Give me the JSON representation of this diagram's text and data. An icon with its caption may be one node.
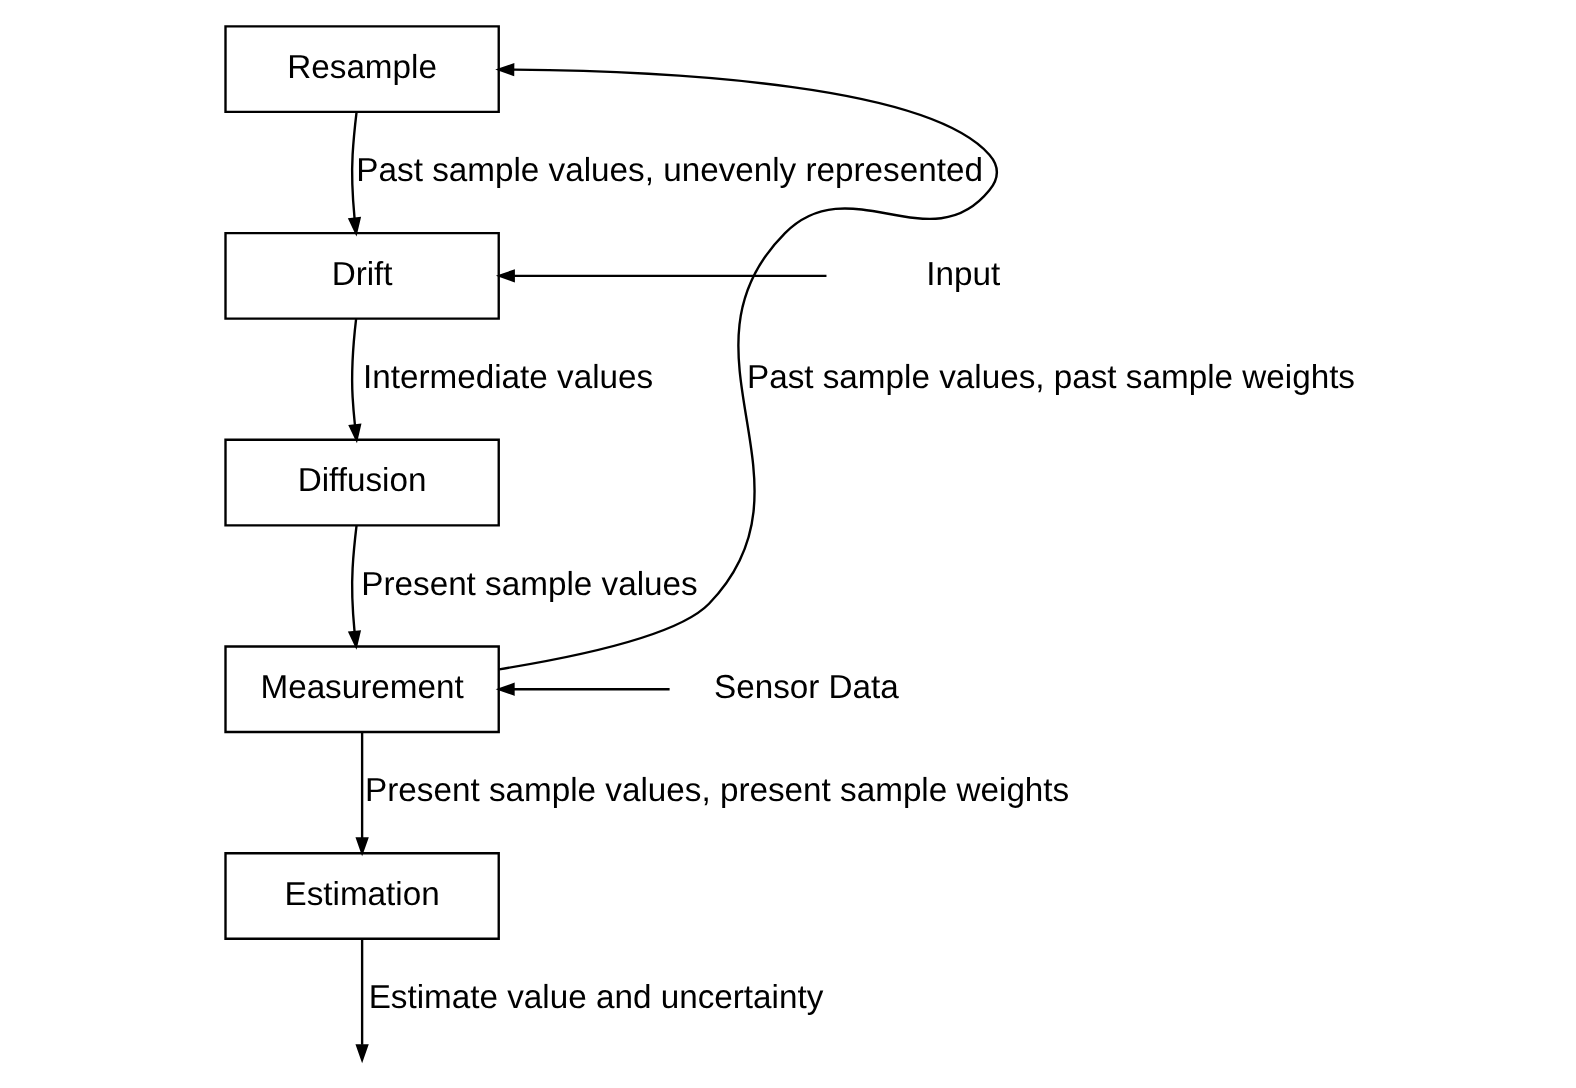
{
  "diagram": {
    "nodes": [
      {
        "text": [
          "Resample"
        ]
      },
      {
        "text": [
          "Drift"
        ]
      },
      {
        "text": [
          "Diffusion"
        ]
      },
      {
        "text": [
          "Measurement"
        ]
      },
      {
        "text": [
          "Estimation"
        ]
      },
      {
        "text": [
          "Input"
        ]
      },
      {
        "text": [
          "Sensor Data"
        ]
      }
    ],
    "edges": [
      {
        "from": 0,
        "to": 1,
        "arrow": "to",
        "label": "Past sample values, unevenly represented"
      },
      {
        "from": 5,
        "to": 1,
        "arrow": "to"
      },
      {
        "from": 1,
        "to": 2,
        "arrow": "to",
        "label": "Intermediate values"
      },
      {
        "from": 2,
        "to": 3,
        "arrow": "to",
        "label": "Present sample values"
      },
      {
        "from": 6,
        "to": 3,
        "arrow": "to"
      },
      {
        "from": 3,
        "to": 4,
        "arrow": "to",
        "label": "Present sample values, present sample weights"
      },
      {
        "from": 3,
        "to": 0,
        "arrow": "to",
        "label": "Past sample values, past sample weights"
      },
      {
        "from": 4,
        "to": null,
        "arrow": "to",
        "label": "Estimate value and uncertainty"
      }
    ]
  }
}
